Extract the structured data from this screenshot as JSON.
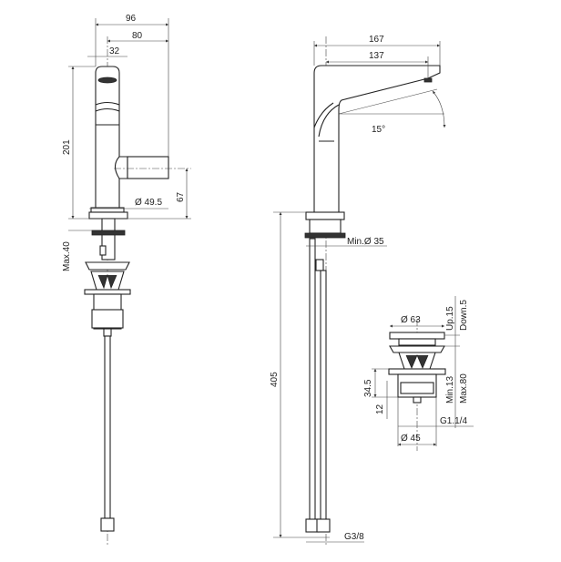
{
  "drawing": {
    "side_view": {
      "dims": {
        "width_total": "96",
        "width_handle": "80",
        "width_spout": "32",
        "height": "201",
        "handle_height": "67",
        "base_diameter": "Ø 49.5",
        "max_deck": "Max.40"
      }
    },
    "front_view": {
      "dims": {
        "reach_total": "167",
        "reach_spout": "137",
        "angle": "15°",
        "height": "405",
        "hole": "Min.Ø 35",
        "thread": "G3/8"
      }
    },
    "waste": {
      "dims": {
        "cap_diameter": "Ø 63",
        "up": "Up.15",
        "down": "Down.5",
        "body": "34.5",
        "thread_len": "12",
        "min": "Min.13",
        "max": "Max.80",
        "thread": "G1.1/4",
        "body_diameter": "Ø 45"
      }
    }
  }
}
